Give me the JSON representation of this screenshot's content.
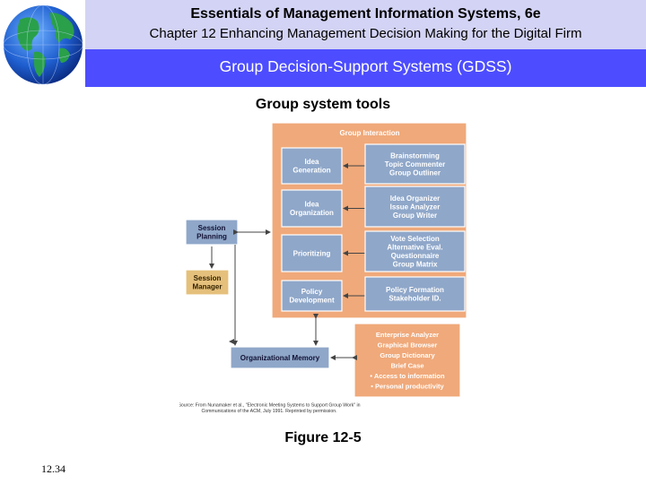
{
  "header": {
    "title": "Essentials of Management Information Systems, 6e",
    "chapter": "Chapter 12 Enhancing Management Decision Making for the Digital Firm",
    "section": "Group Decision-Support Systems (GDSS)",
    "logo": "globe-icon"
  },
  "subtitle": "Group system tools",
  "diagram": {
    "group_interaction": "Group Interaction",
    "left_boxes": [
      [
        "Idea",
        "Generation"
      ],
      [
        "Idea",
        "Organization"
      ],
      [
        "Prioritizing"
      ],
      [
        "Policy",
        "Development"
      ]
    ],
    "right_boxes": [
      [
        "Brainstorming",
        "Topic Commenter",
        "Group Outliner"
      ],
      [
        "Idea Organizer",
        "Issue Analyzer",
        "Group Writer"
      ],
      [
        "Vote Selection",
        "Alternative Eval.",
        "Questionnaire",
        "Group Matrix"
      ],
      [
        "Policy Formation",
        "Stakeholder ID."
      ]
    ],
    "session_planning": [
      "Session",
      "Planning"
    ],
    "session_manager": [
      "Session",
      "Manager"
    ],
    "org_memory": "Organizational Memory",
    "tools_box": [
      "Enterprise Analyzer",
      "Graphical Browser",
      "Group Dictionary",
      "Brief Case",
      "• Access to information",
      "• Personal productivity"
    ],
    "source": [
      "Source: From Nunamaker et al., \"Electronic Meeting Systems to Support Group Work\" in",
      "Communications of the ACM, July 1991. Reprinted by permission."
    ],
    "colors": {
      "frame": "#f0a97a",
      "box": "#8fa7c9",
      "session_manager": "#e5c07c",
      "arrow": "#444444"
    }
  },
  "figure": "Figure 12-5",
  "page_number": "12.34"
}
